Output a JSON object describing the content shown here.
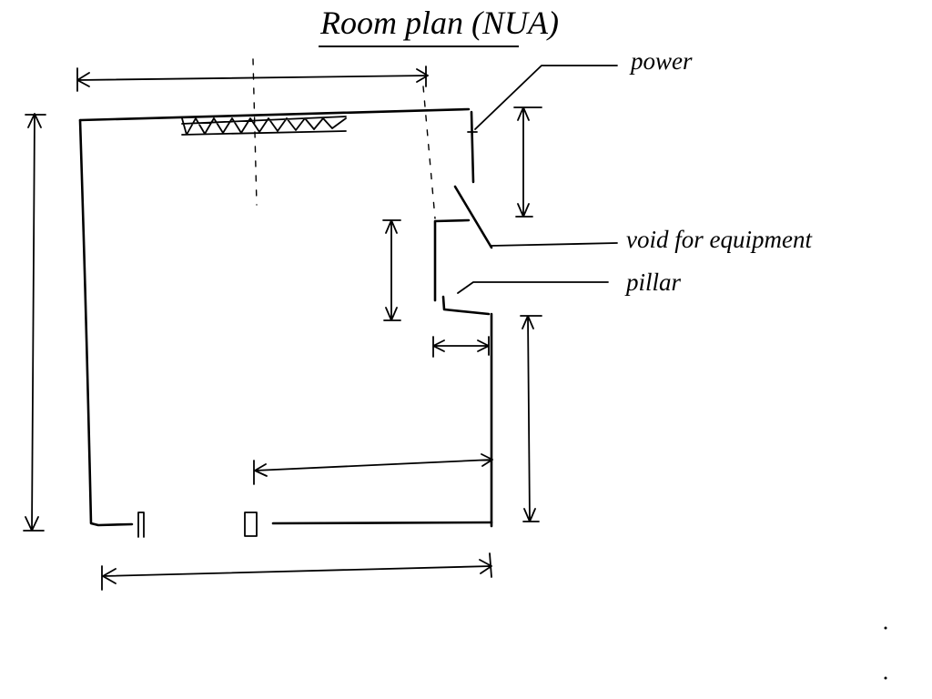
{
  "title": "Room plan (NUA)",
  "labels": {
    "power": "power",
    "void": "void for equipment",
    "pillar": "pillar"
  },
  "colors": {
    "ink": "#000000",
    "paper": "#ffffff"
  }
}
